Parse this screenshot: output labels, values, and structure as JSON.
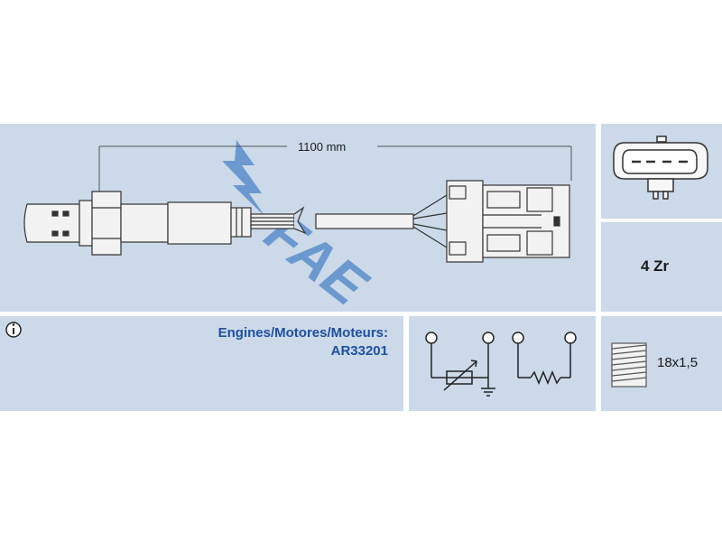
{
  "brand": {
    "logo_text": "FAE",
    "logo_color": "#5b8fcb"
  },
  "sensor": {
    "cable_length": "1100 mm",
    "type": "4 Zr",
    "thread": "18x1,5"
  },
  "applications": {
    "engines_label": "Engines/Motores/Moteurs:",
    "engine_code": "AR33201"
  },
  "icons": {
    "info": "info-circle-icon"
  },
  "colors": {
    "panel_bg": "#cbd9e8",
    "accent_text": "#1f4fa0"
  }
}
